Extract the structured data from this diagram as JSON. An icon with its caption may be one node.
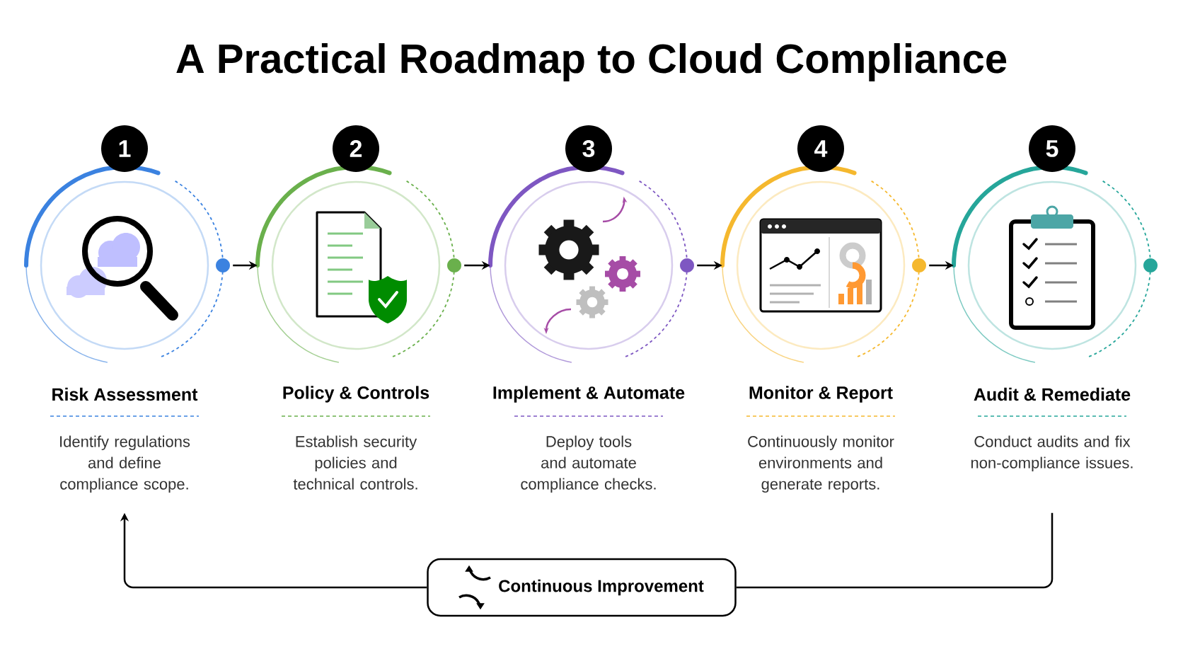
{
  "diagram": {
    "title": "A Practical Roadmap to Cloud Compliance",
    "nodes": [
      {
        "text": [
          "1",
          "Risk Assessment",
          "Identify regulations and define compliance scope."
        ]
      },
      {
        "text": [
          "2",
          "Policy & Controls",
          "Establish security policies and technical controls."
        ]
      },
      {
        "text": [
          "3",
          "Implement & Automate",
          "Deploy tools and automate compliance checks."
        ]
      },
      {
        "text": [
          "4",
          "Monitor & Report",
          "Continuously monitor environments and generate reports."
        ]
      },
      {
        "text": [
          "5",
          "Audit & Remediate",
          "Conduct audits and fix non-compliance issues."
        ]
      },
      {
        "text": [
          "Continuous Improvement"
        ]
      }
    ],
    "edges": [
      {
        "from": 0,
        "to": 1,
        "arrow": "to"
      },
      {
        "from": 1,
        "to": 2,
        "arrow": "to"
      },
      {
        "from": 2,
        "to": 3,
        "arrow": "to"
      },
      {
        "from": 3,
        "to": 4,
        "arrow": "to"
      },
      {
        "from": 4,
        "to": 5,
        "arrow": "none"
      },
      {
        "from": 5,
        "to": 0,
        "arrow": "to"
      }
    ]
  }
}
